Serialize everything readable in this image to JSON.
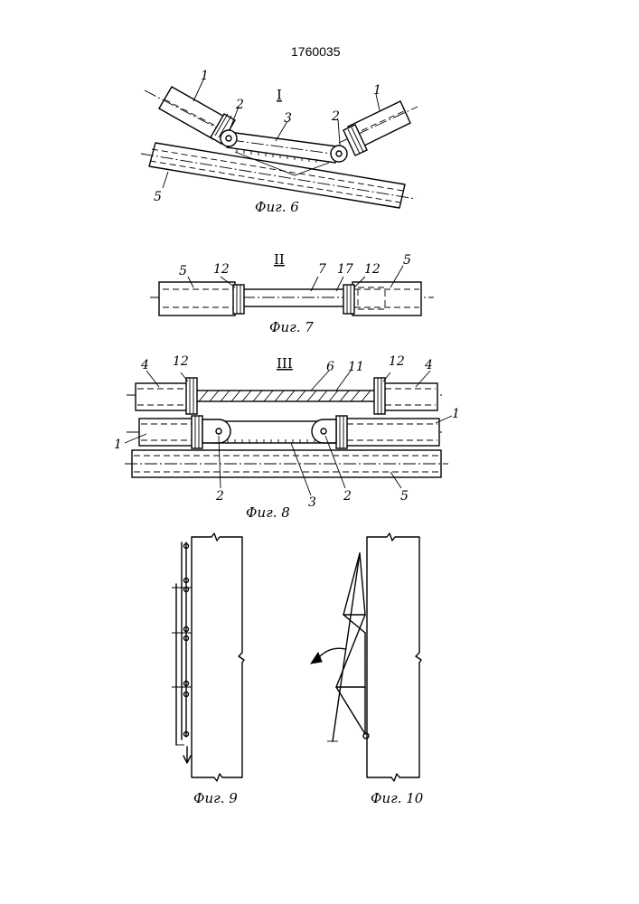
{
  "document": {
    "number": "1760035"
  },
  "fig6": {
    "caption": "Фиг. 6",
    "section": "I",
    "labels": {
      "pipe_left": "1",
      "pipe_right": "1",
      "hinge_left": "2",
      "hinge_right": "2",
      "link": "3",
      "base_pipe": "5"
    }
  },
  "fig7": {
    "caption": "Фиг. 7",
    "section": "II",
    "labels": {
      "pipe_left": "5",
      "clamp_left": "12",
      "rod": "7",
      "insert": "17",
      "clamp_right": "12",
      "pipe_right": "5"
    }
  },
  "fig8": {
    "caption": "Фиг. 8",
    "section": "III",
    "labels": {
      "top_left": "4",
      "clamp_tl": "12",
      "bar": "6",
      "bar_part": "11",
      "clamp_tr": "12",
      "top_right": "4",
      "mid_left": "1",
      "mid_right": "1",
      "hinge_left": "2",
      "link": "3",
      "hinge_right": "2",
      "bottom": "5"
    }
  },
  "fig9": {
    "caption": "Фиг. 9"
  },
  "fig10": {
    "caption": "Фиг. 10"
  }
}
